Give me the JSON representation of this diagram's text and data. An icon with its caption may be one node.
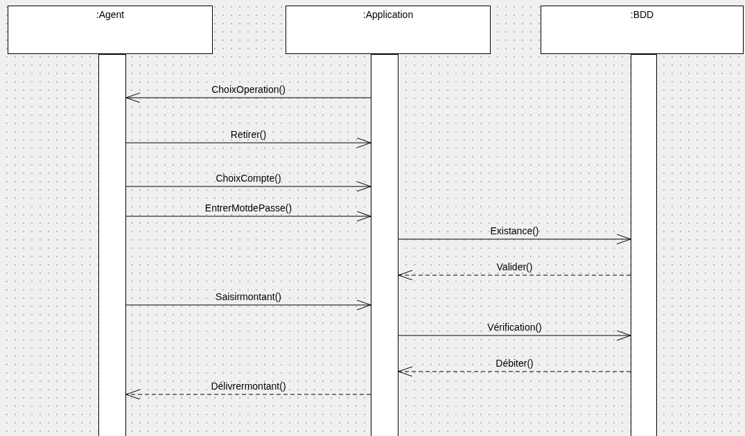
{
  "diagram": {
    "nodes": [
      {
        "text": [
          ":Agent"
        ]
      },
      {
        "text": [
          ":Application"
        ]
      },
      {
        "text": [
          ":BDD"
        ]
      },
      {
        "text": [],
        "shape": "bar"
      },
      {
        "text": [],
        "shape": "bar"
      },
      {
        "text": [],
        "shape": "bar"
      }
    ],
    "edges": [
      {
        "from": 4,
        "to": 3,
        "arrow": "to",
        "label": "ChoixOperation()"
      },
      {
        "from": 3,
        "to": 4,
        "arrow": "to",
        "label": "Retirer()"
      },
      {
        "from": 3,
        "to": 4,
        "arrow": "to",
        "label": "ChoixCompte()"
      },
      {
        "from": 3,
        "to": 4,
        "arrow": "to",
        "label": "EntrerMotdePasse()"
      },
      {
        "from": 4,
        "to": 5,
        "arrow": "to",
        "label": "Existance()"
      },
      {
        "from": 5,
        "to": 4,
        "arrow": "to",
        "label": "Valider()",
        "style": "dashed"
      },
      {
        "from": 3,
        "to": 4,
        "arrow": "to",
        "label": "Saisirmontant()"
      },
      {
        "from": 4,
        "to": 5,
        "arrow": "to",
        "label": "Vérification()"
      },
      {
        "from": 5,
        "to": 4,
        "arrow": "to",
        "label": "Débiter()",
        "style": "dashed"
      },
      {
        "from": 4,
        "to": 3,
        "arrow": "to",
        "label": "Délivrermontant()",
        "style": "dashed"
      }
    ]
  }
}
